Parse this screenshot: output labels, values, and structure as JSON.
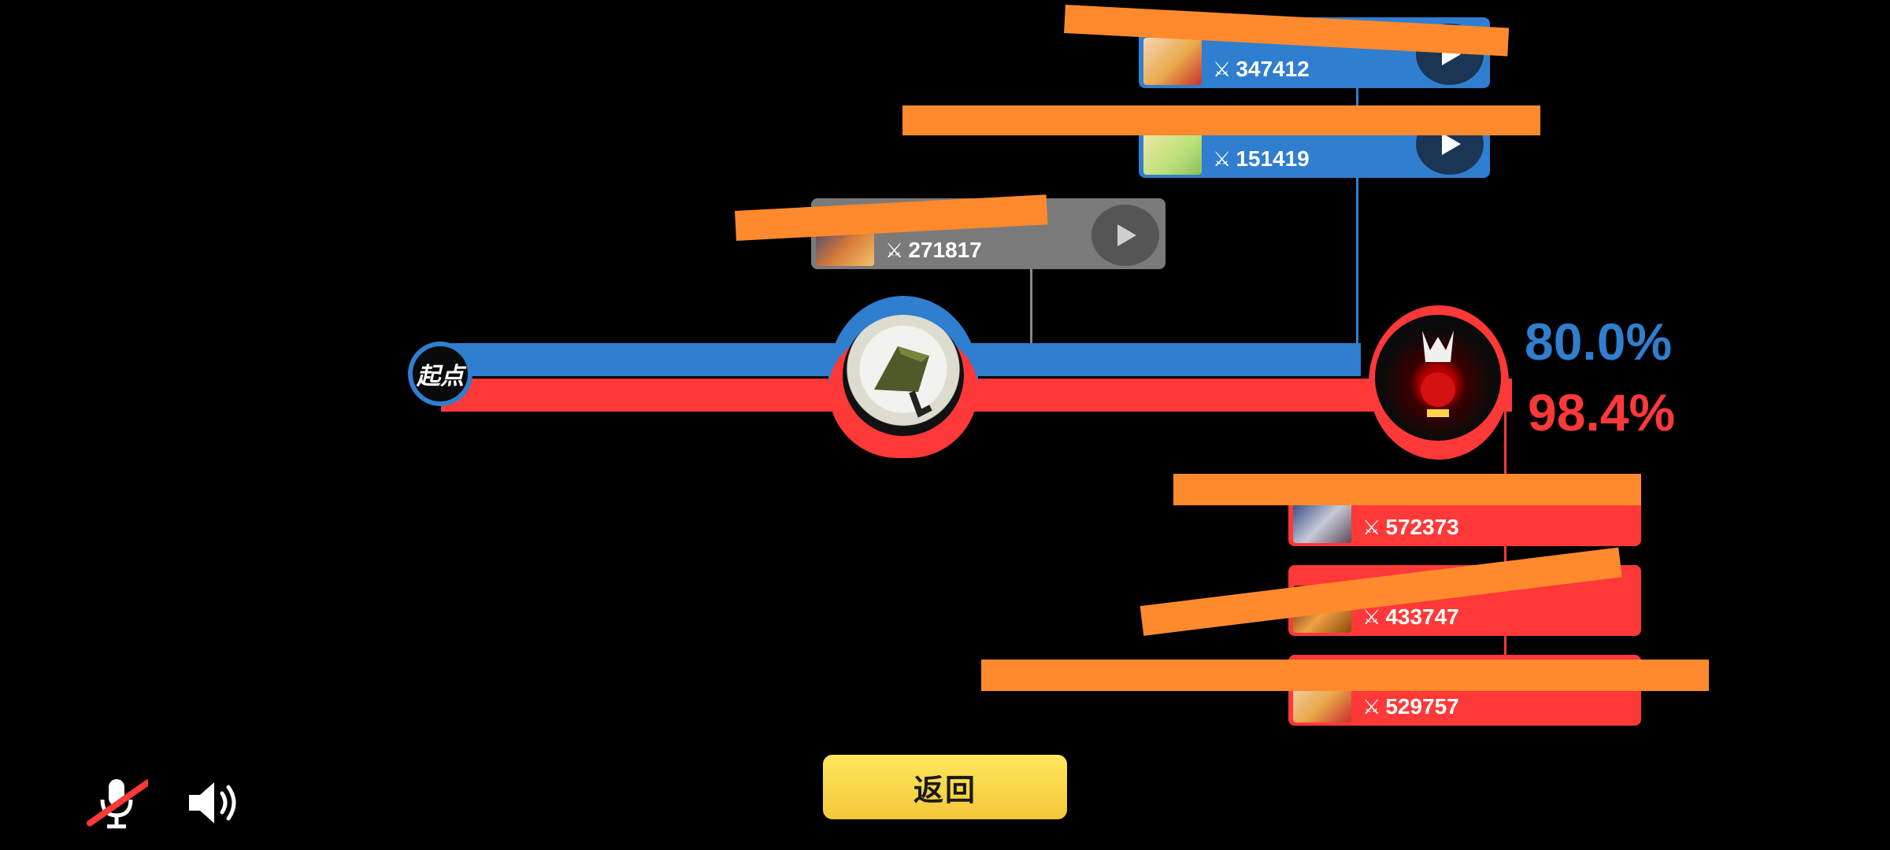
{
  "start_label": "起点",
  "return_label": "返回",
  "blue_percent": "80.0%",
  "red_percent": "98.4%",
  "colors": {
    "blue": "#2f7ed0",
    "red": "#ff3838",
    "gray": "#7a7a7a",
    "redaction": "#ff8a2e",
    "button_yellow": "#f5c73a"
  },
  "blue_cards": [
    {
      "power": "347412"
    },
    {
      "power": "151419"
    }
  ],
  "gray_card": {
    "power": "271817"
  },
  "red_cards": [
    {
      "power": "572373"
    },
    {
      "power": "433747"
    },
    {
      "power": "529757"
    }
  ],
  "icons": {
    "mic": "microphone-muted-icon",
    "speaker": "speaker-icon",
    "sword": "sword-icon",
    "play": "play-icon"
  }
}
